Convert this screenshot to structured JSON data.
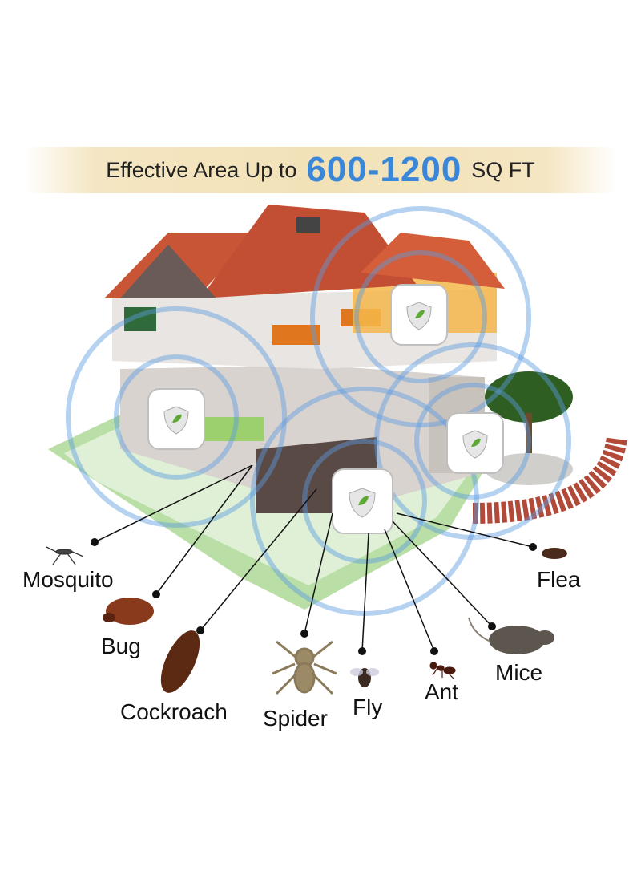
{
  "headline": {
    "prefix": "Effective Area Up to",
    "range": "600-1200",
    "unit": "SQ FT"
  },
  "devices": [
    {
      "name": "repeller-upper-right",
      "icon": "shield-leaf-icon"
    },
    {
      "name": "repeller-left",
      "icon": "shield-leaf-icon"
    },
    {
      "name": "repeller-right",
      "icon": "shield-leaf-icon"
    },
    {
      "name": "repeller-center",
      "icon": "shield-leaf-icon"
    }
  ],
  "pests": [
    {
      "label": "Mosquito",
      "icon": "mosquito-icon"
    },
    {
      "label": "Bug",
      "icon": "bug-icon"
    },
    {
      "label": "Cockroach",
      "icon": "cockroach-icon"
    },
    {
      "label": "Spider",
      "icon": "spider-icon"
    },
    {
      "label": "Fly",
      "icon": "fly-icon"
    },
    {
      "label": "Ant",
      "icon": "ant-icon"
    },
    {
      "label": "Mice",
      "icon": "mouse-icon"
    },
    {
      "label": "Flea",
      "icon": "flea-icon"
    }
  ],
  "colors": {
    "accent": "#3a86d8",
    "roof": "#c95537",
    "wave": "#5b9be0",
    "lawn": "#9fd08a",
    "banner": "#f2e2b8"
  }
}
